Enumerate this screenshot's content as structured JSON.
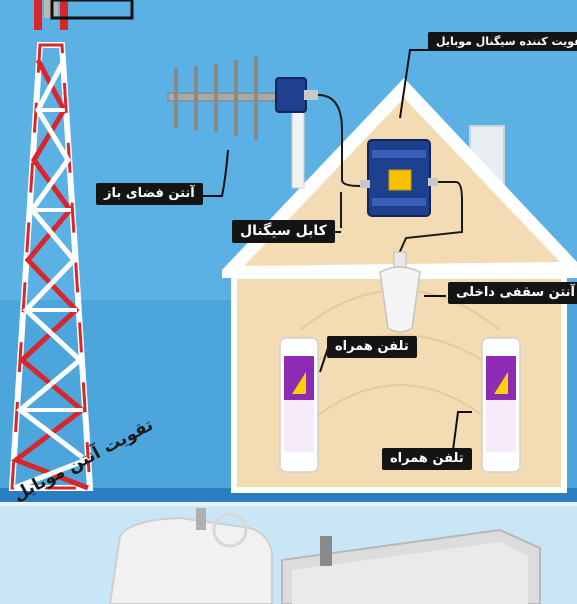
{
  "labels": {
    "booster": "تقویت کننده سیگنال موبایل",
    "outdoor_antenna": "آنتن فضای باز",
    "signal_cable": "کابل سیگنال",
    "indoor_antenna": "آنتن سقفی داخلی",
    "phone_1": "تلفن همراه",
    "phone_2": "تلفن همراه",
    "caption": "تقویت آنتن موبایل"
  },
  "colors": {
    "sky": "#4da6db",
    "house_wall": "#f3dcb4",
    "house_roof": "#ffffff",
    "tower_red": "#d9252b",
    "booster_blue": "#1f3f8f",
    "phone_screen": "#8e2bb4",
    "label_bg": "#141414"
  },
  "icons": [
    "cell-tower",
    "yagi-antenna",
    "signal-booster",
    "ceiling-antenna",
    "mobile-phone",
    "booster-product"
  ]
}
